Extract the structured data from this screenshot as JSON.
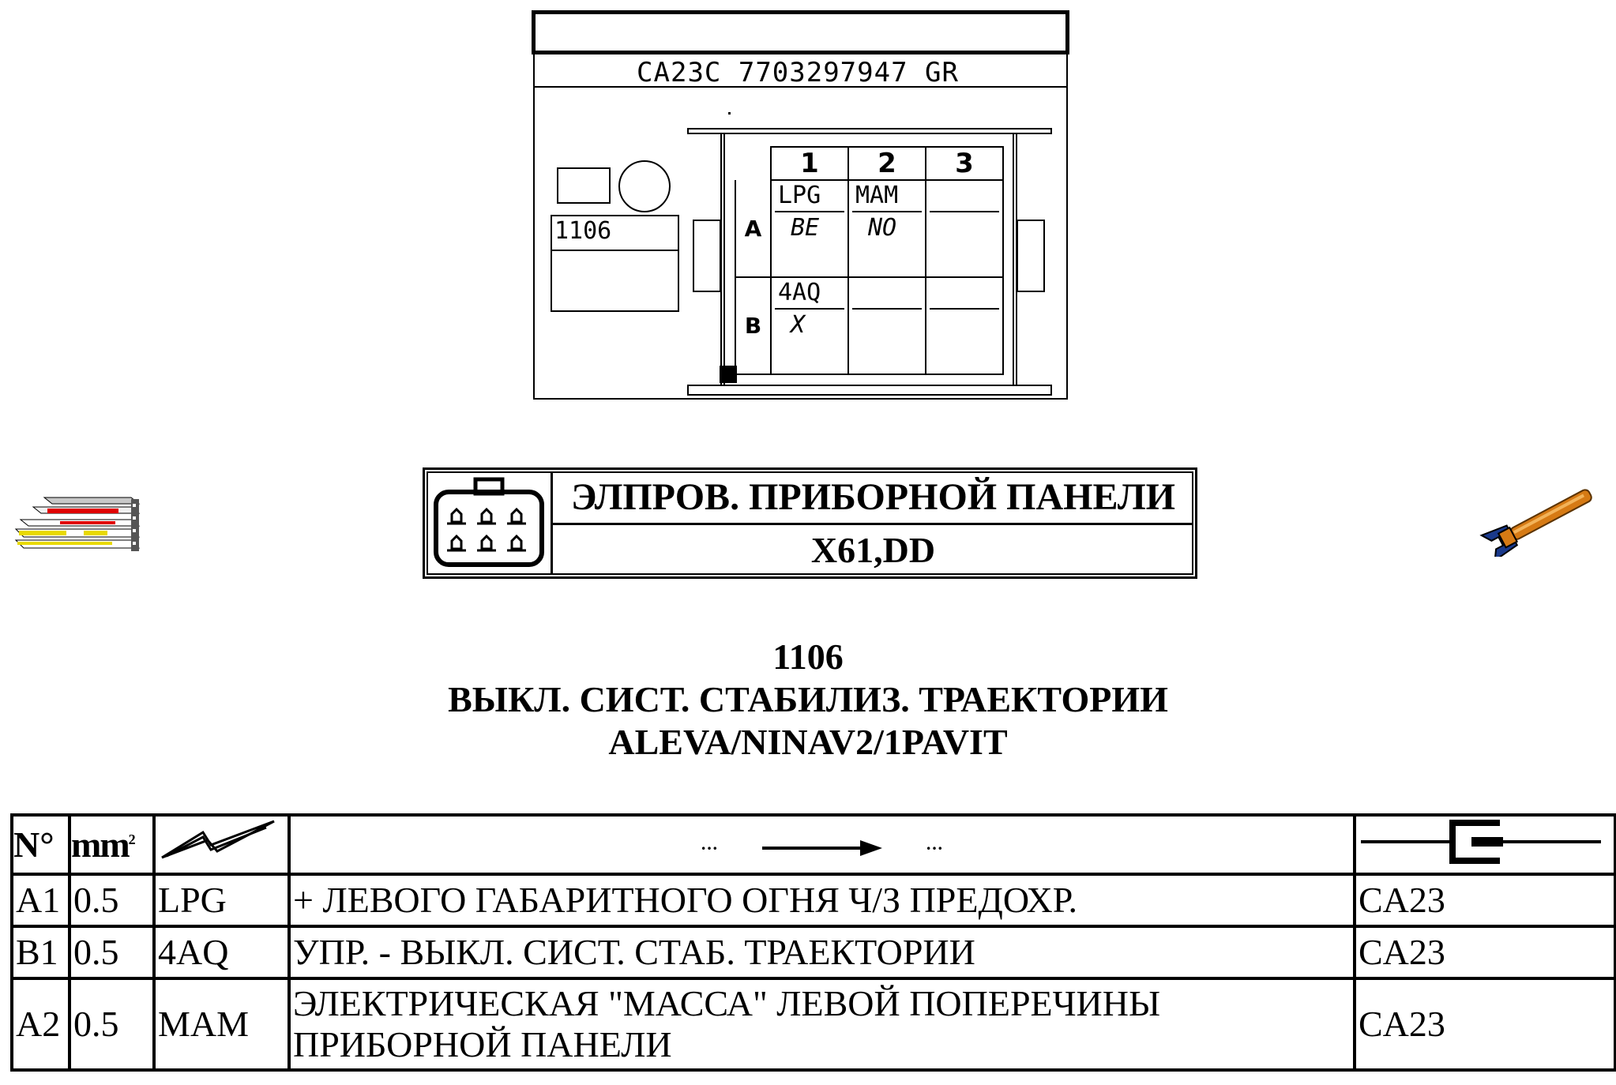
{
  "diagram": {
    "connector_code": "CA23C 7703297947 GR",
    "component_number": "1106",
    "columns": [
      "1",
      "2",
      "3"
    ],
    "rows": [
      {
        "label": "A",
        "cells": [
          {
            "code": "LPG",
            "color": "BE"
          },
          {
            "code": "MAM",
            "color": "NO"
          },
          {
            "code": "",
            "color": ""
          }
        ]
      },
      {
        "label": "B",
        "cells": [
          {
            "code": "4AQ",
            "color": "X"
          },
          {
            "code": "",
            "color": ""
          },
          {
            "code": "",
            "color": ""
          }
        ]
      }
    ]
  },
  "connector": {
    "title": "ЭЛПРОВ. ПРИБОРНОЙ ПАНЕЛИ",
    "code": "X61,DD"
  },
  "component": {
    "number": "1106",
    "name": "ВЫКЛ. СИСТ. СТАБИЛИЗ. ТРАЕКТОРИИ",
    "variant": "ALEVA/NINAV2/1PAVIT"
  },
  "table": {
    "headers": {
      "num": "N°",
      "section": "mm",
      "section_sup": "2",
      "direction_from": "···",
      "direction_to": "···"
    },
    "rows": [
      {
        "num": "A1",
        "section": "0.5",
        "wire": "LPG",
        "description": "+ ЛЕВОГО ГАБАРИТНОГО ОГНЯ Ч/З ПРЕДОХР.",
        "connector": "CA23"
      },
      {
        "num": "B1",
        "section": "0.5",
        "wire": "4AQ",
        "description": "УПР. - ВЫКЛ. СИСТ. СТАБ. ТРАЕКТОРИИ",
        "connector": "CA23"
      },
      {
        "num": "A2",
        "section": "0.5",
        "wire": "MAM",
        "description": "ЭЛЕКТРИЧЕСКАЯ \"МАССА\" ЛЕВОЙ ПОПЕРЕЧИНЫ ПРИБОРНОЙ ПАНЕЛИ",
        "connector": "CA23"
      }
    ]
  },
  "icons": {
    "book": "book-stack-icon",
    "wrench": "wrench-icon",
    "connector": "connector-housing-icon",
    "wire": "wire-zigzag-icon",
    "arrow": "arrow-right-icon",
    "plug": "plug-connector-icon"
  }
}
